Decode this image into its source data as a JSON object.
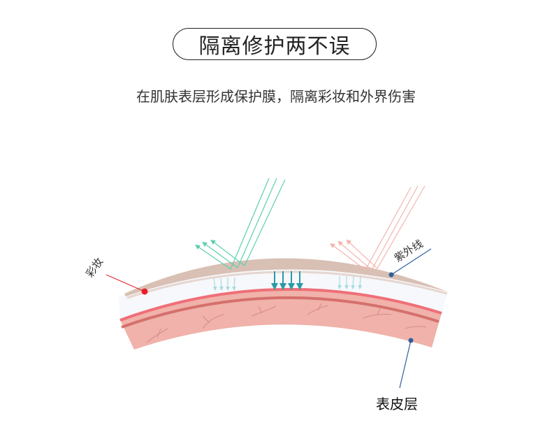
{
  "header": {
    "title": "隔离修护两不误",
    "subtitle": "在肌肤表层形成保护膜，隔离彩妆和外界伤害"
  },
  "diagram": {
    "labels": {
      "makeup": "彩妆",
      "uv": "紫外线",
      "epidermis": "表皮层"
    },
    "colors": {
      "makeup_marker": "#e8202a",
      "uv_marker": "#2f5e9e",
      "green_rays": "#5ccfae",
      "pink_rays": "#f4b4ae",
      "down_arrows": "#2a9aa6",
      "skin": "#efa8a2"
    }
  }
}
